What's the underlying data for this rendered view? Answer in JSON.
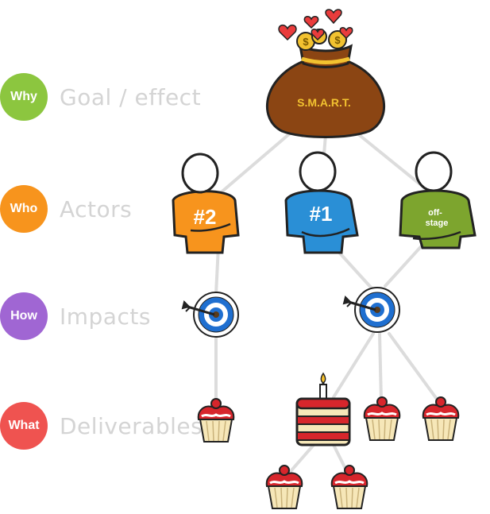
{
  "levels": [
    {
      "badge": "Why",
      "label": "Goal / effect",
      "color": "#8cc63f"
    },
    {
      "badge": "Who",
      "label": "Actors",
      "color": "#f7941d"
    },
    {
      "badge": "How",
      "label": "Impacts",
      "color": "#a066d3"
    },
    {
      "badge": "What",
      "label": "Deliverables",
      "color": "#ef5350"
    }
  ],
  "goal": {
    "bag_text": "S.M.A.R.T."
  },
  "actors": [
    {
      "label": "#2",
      "color": "#f7941d"
    },
    {
      "label": "#1",
      "color": "#2a8fd6"
    },
    {
      "label": "off-\nstage",
      "line1": "off-",
      "line2": "stage",
      "color": "#7da52e"
    }
  ]
}
